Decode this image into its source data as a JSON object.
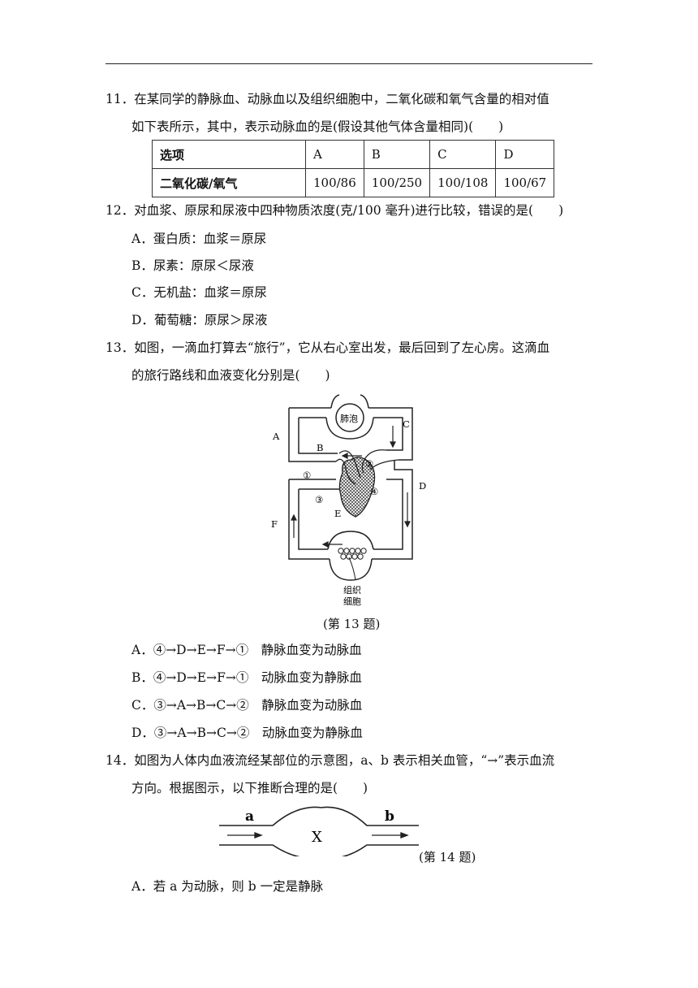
{
  "q11": {
    "line1": "11．在某同学的静脉血、动脉血以及组织细胞中，二氧化碳和氧气含量的相对值",
    "line2": "如下表所示，其中，表示动脉血的是(假设其他气体含量相同)(　　)",
    "table": {
      "header": [
        "选项",
        "A",
        "B",
        "C",
        "D"
      ],
      "row": [
        "二氧化碳/氧气",
        "100/86",
        "100/250",
        "100/108",
        "100/67"
      ]
    }
  },
  "q12": {
    "stem": "12．对血浆、原尿和尿液中四种物质浓度(克/100 毫升)进行比较，错误的是(　　)",
    "options": [
      "A．蛋白质：血浆＝原尿",
      "B．尿素：原尿＜尿液",
      "C．无机盐：血浆＝原尿",
      "D．葡萄糖：原尿＞尿液"
    ]
  },
  "q13": {
    "line1": "13．如图，一滴血打算去“旅行”，它从右心室出发，最后回到了左心房。这滴血",
    "line2": "的旅行路线和血液变化分别是(　　)",
    "figure": {
      "labels": {
        "alveolus": "肺泡",
        "A": "A",
        "B": "B",
        "C": "C",
        "D": "D",
        "E": "E",
        "F": "F",
        "n1": "①",
        "n2": "②",
        "n3": "③",
        "n4": "④",
        "tissue_1": "组织",
        "tissue_2": "细胞"
      },
      "caption": "(第 13 题)"
    },
    "options": [
      "A．④→D→E→F→①　静脉血变为动脉血",
      "B．④→D→E→F→①　动脉血变为静脉血",
      "C．③→A→B→C→②　静脉血变为动脉血",
      "D．③→A→B→C→②　动脉血变为静脉血"
    ]
  },
  "q14": {
    "line1": "14．如图为人体内血液流经某部位的示意图，a、b 表示相关血管，“→”表示血流",
    "line2": "方向。根据图示，以下推断合理的是(　　)",
    "figure": {
      "a": "a",
      "b": "b",
      "X": "X",
      "caption": "(第 14 题)"
    },
    "options": [
      "A．若 a 为动脉，则 b 一定是静脉"
    ]
  }
}
